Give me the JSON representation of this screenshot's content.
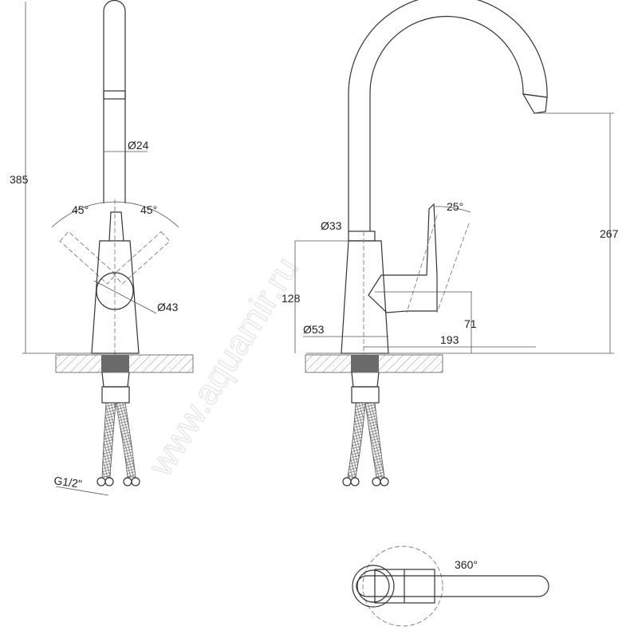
{
  "watermark": "www.aquamir.ru",
  "front_view": {
    "height": "385",
    "spout_diameter": "Ø24",
    "angle_left": "45°",
    "angle_right": "45°",
    "ball_diameter": "Ø43",
    "connection": "G1/2\""
  },
  "side_view": {
    "body_top_diameter": "Ø33",
    "body_bottom_diameter": "Ø53",
    "body_height": "128",
    "handle_angle": "25°",
    "spout_height": "267",
    "handle_height": "71",
    "reach": "193"
  },
  "top_view": {
    "rotation": "360°"
  },
  "colors": {
    "line": "#333333",
    "thread": "#666666"
  }
}
